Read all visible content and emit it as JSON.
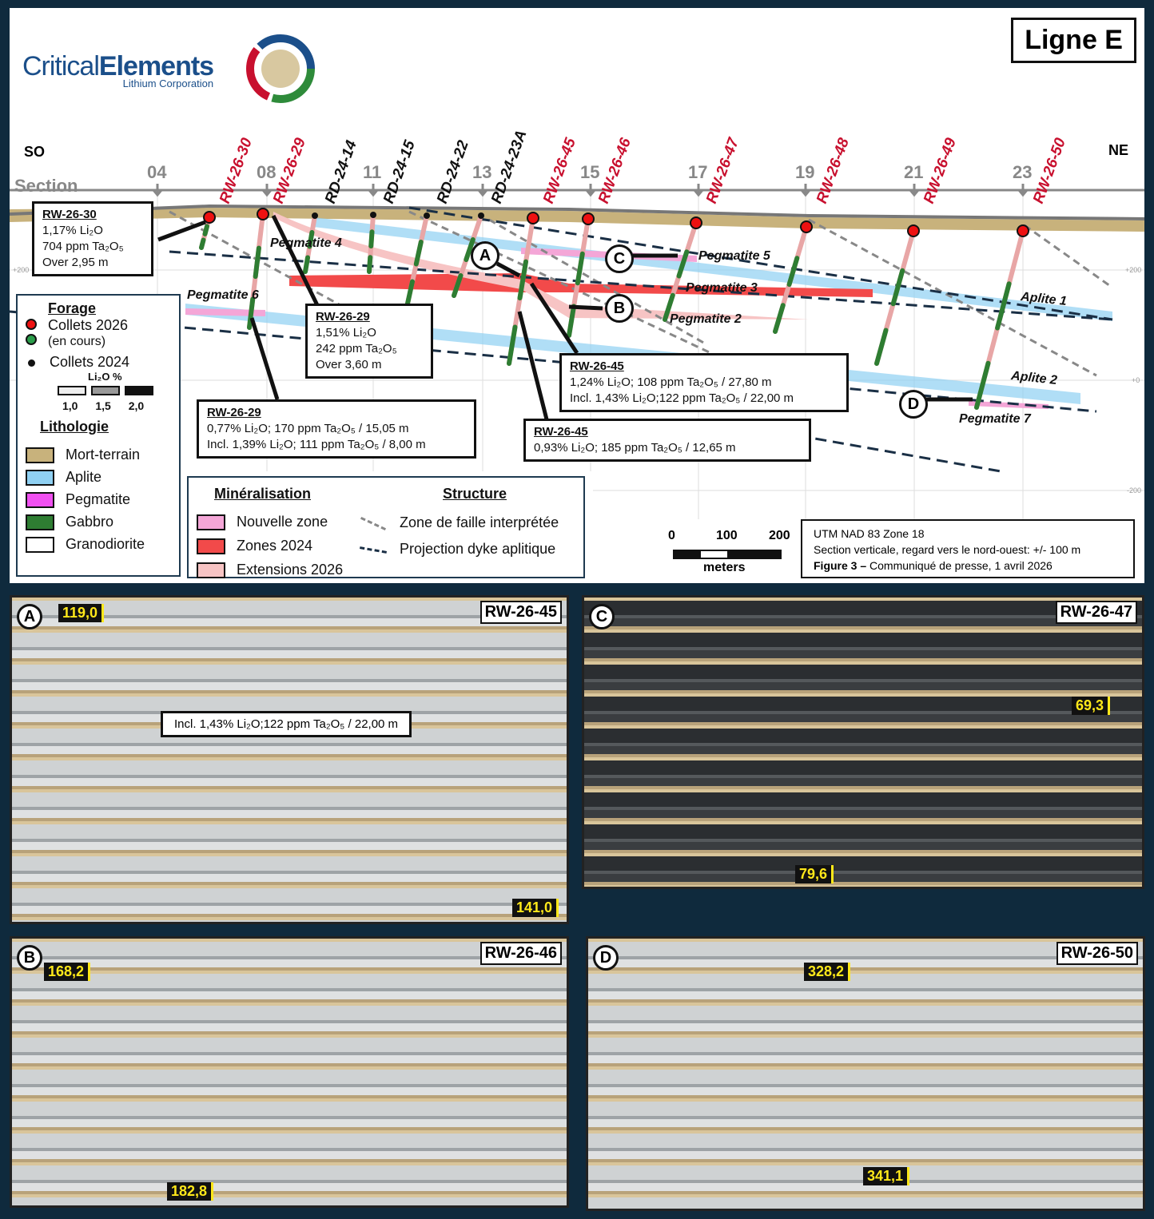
{
  "title": "Ligne E",
  "logo": {
    "name_a": "Critical",
    "name_b": "Elements",
    "sub": "Lithium Corporation"
  },
  "orientation": {
    "left": "SO",
    "right": "NE"
  },
  "section_label": "Section",
  "sections": [
    "04",
    "08",
    "11",
    "13",
    "15",
    "17",
    "19",
    "21",
    "23"
  ],
  "elev_labels": [
    "+200",
    "+200",
    "+0",
    "-200"
  ],
  "holes": [
    "RW-26-30",
    "RW-26-29",
    "RD-24-14",
    "RD-24-15",
    "RD-24-22",
    "RD-24-23A",
    "RW-26-45",
    "RW-26-46",
    "RW-26-47",
    "RW-26-48",
    "RW-26-49",
    "RW-26-50"
  ],
  "colors": {
    "hole_2026": "#c8102e",
    "mineral_new": "#f4a6d7",
    "zones_2024": "#f24a4a",
    "ext_2026": "#f7c4c4",
    "aplite": "#8fd0f2",
    "pegmatite": "#f050f0",
    "gabbro": "#2e7d32",
    "overburden": "#c8b27c"
  },
  "units": [
    "Pegmatite 4",
    "Pegmatite 5",
    "Pegmatite 3",
    "Pegmatite 2",
    "Pegmatite 6",
    "Pegmatite 7",
    "Aplite 1",
    "Aplite 2"
  ],
  "callouts": [
    {
      "hole": "RW-26-30",
      "lines": [
        "1,17% Li₂O",
        "704 ppm Ta₂O₅",
        "Over 2,95 m"
      ]
    },
    {
      "hole": "RW-26-29",
      "lines": [
        "1,51% Li₂O",
        "242 ppm Ta₂O₅",
        "Over 3,60 m"
      ]
    },
    {
      "hole": "RW-26-29",
      "lines": [
        "0,77% Li₂O; 170 ppm Ta₂O₅ / 15,05 m",
        "Incl. 1,39% Li₂O; 111 ppm Ta₂O₅ / 8,00 m"
      ]
    },
    {
      "hole": "RW-26-45",
      "lines": [
        "1,24% Li₂O; 108 ppm Ta₂O₅ / 27,80 m",
        "Incl. 1,43% Li₂O;122 ppm Ta₂O₅ / 22,00 m"
      ]
    },
    {
      "hole": "RW-26-45",
      "lines": [
        "0,93% Li₂O; 185 ppm Ta₂O₅ / 12,65 m"
      ]
    }
  ],
  "markers": [
    "A",
    "B",
    "C",
    "D"
  ],
  "forage": {
    "title": "Forage",
    "c2026": "Collets 2026",
    "encours": "(en cours)",
    "c2024": "Collets 2024",
    "li2o": "Li₂O %",
    "scale": [
      "1,0",
      "1,5",
      "2,0"
    ]
  },
  "lithologie": {
    "title": "Lithologie",
    "items": [
      "Mort-terrain",
      "Aplite",
      "Pegmatite",
      "Gabbro",
      "Granodiorite"
    ]
  },
  "mineralisation": {
    "title": "Minéralisation",
    "items": [
      "Nouvelle zone",
      "Zones 2024",
      "Extensions 2026"
    ]
  },
  "structure": {
    "title": "Structure",
    "items": [
      "Zone de faille interprétée",
      "Projection dyke aplitique"
    ]
  },
  "scalebar": {
    "ticks": [
      "0",
      "100",
      "200"
    ],
    "unit": "meters"
  },
  "info": {
    "l1": "UTM NAD 83 Zone 18",
    "l2": "Section verticale, regard vers le nord-ouest: +/- 100 m",
    "fig": "Figure 3 –",
    "l3": " Communiqué de presse, 1 avril 2026"
  },
  "photos": [
    {
      "letter": "A",
      "hole": "RW-26-45",
      "from": "119,0",
      "to": "141,0",
      "note": "Incl. 1,43% Li₂O;122 ppm Ta₂O₅ / 22,00 m"
    },
    {
      "letter": "C",
      "hole": "RW-26-47",
      "from": "69,3",
      "to": "79,6"
    },
    {
      "letter": "B",
      "hole": "RW-26-46",
      "from": "168,2",
      "to": "182,8"
    },
    {
      "letter": "D",
      "hole": "RW-26-50",
      "from": "328,2",
      "to": "341,1"
    }
  ]
}
